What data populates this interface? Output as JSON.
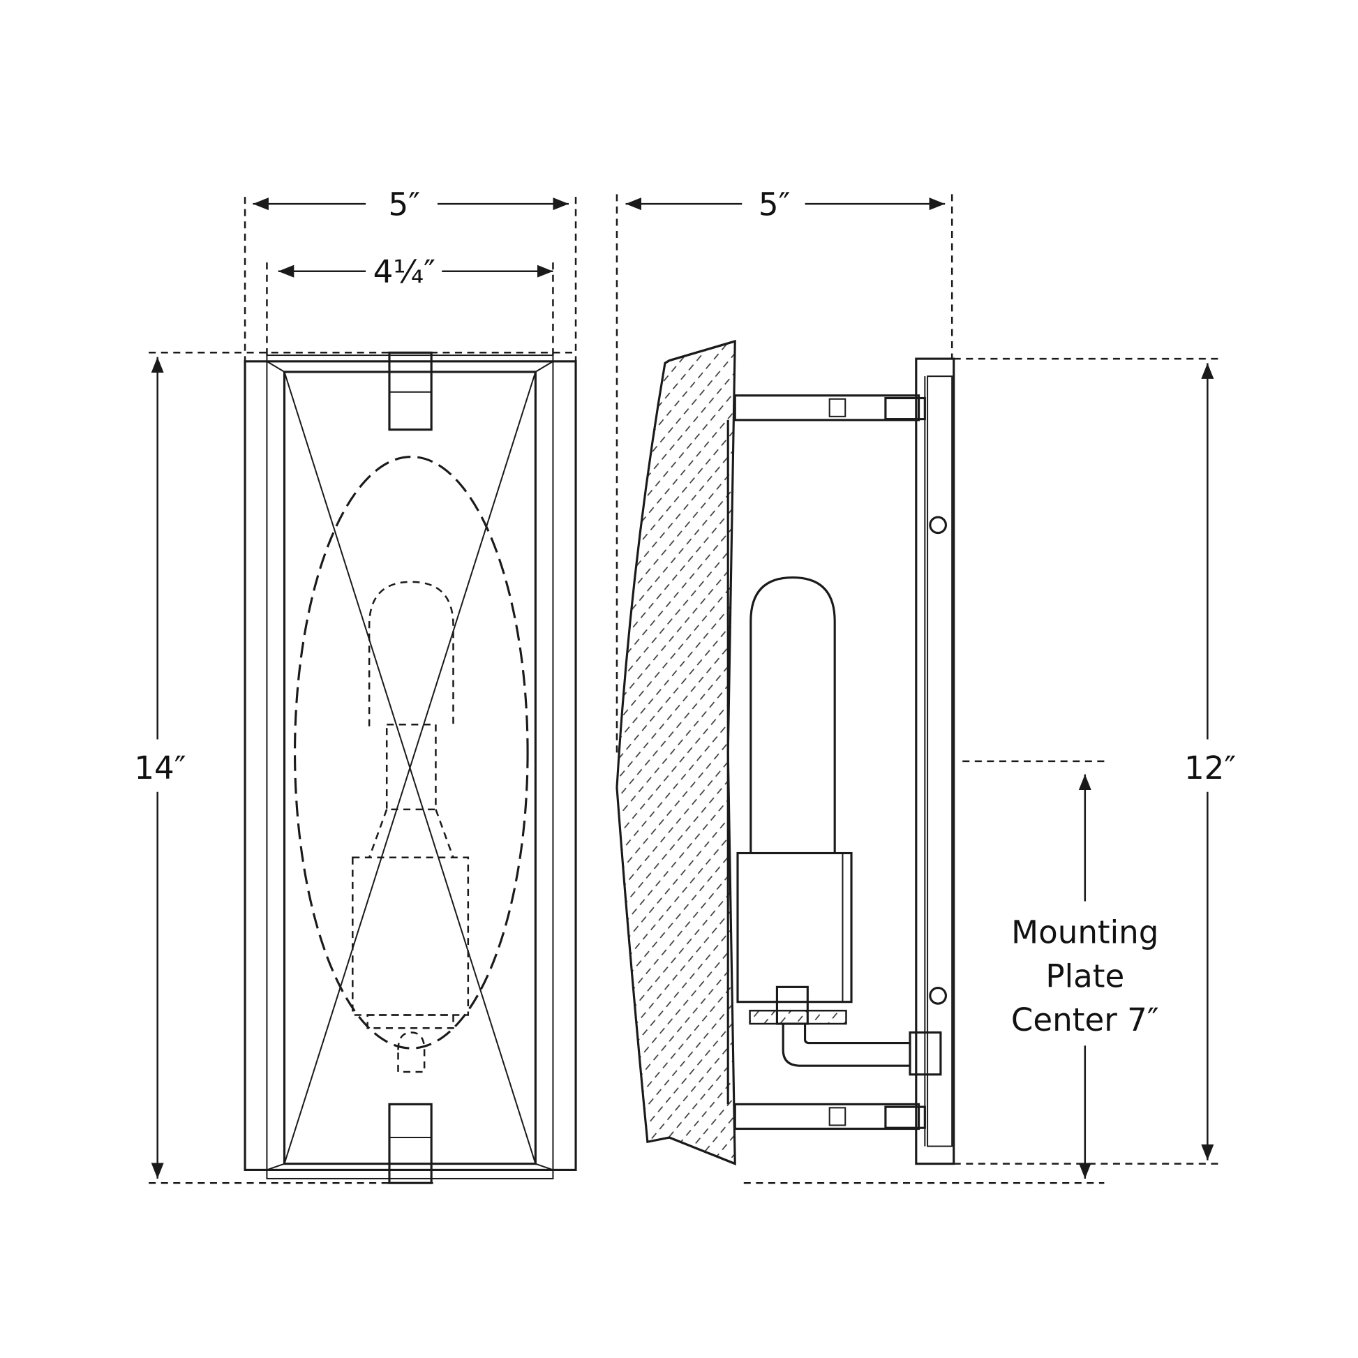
{
  "front_view": {
    "width_outer": "5″",
    "width_inner": "4¼″",
    "height": "14″"
  },
  "side_view": {
    "depth": "5″",
    "backplate_height": "12″",
    "mounting_label": [
      "Mounting",
      "Plate",
      "Center 7″"
    ]
  }
}
